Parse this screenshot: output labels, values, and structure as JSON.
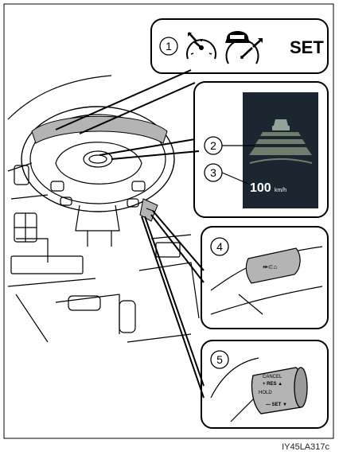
{
  "callouts": [
    {
      "number": "1",
      "label": "SET"
    },
    {
      "number": "2"
    },
    {
      "number": "3",
      "speed_value": "100",
      "speed_unit": "km/h"
    },
    {
      "number": "4",
      "control_glyph": "⇹⊂⌂"
    },
    {
      "number": "5",
      "lever_labels": [
        "CANCEL",
        "+ RES ▲",
        "HOLD",
        "— SET ▼"
      ]
    }
  ],
  "figure_code": "IY45LA317c",
  "colors": {
    "display_bg": "#1c2631",
    "display_road": "#6f7e6c",
    "display_car": "#93a39a",
    "highlight_gray": "#b4b4b4",
    "stroke": "#000000"
  }
}
